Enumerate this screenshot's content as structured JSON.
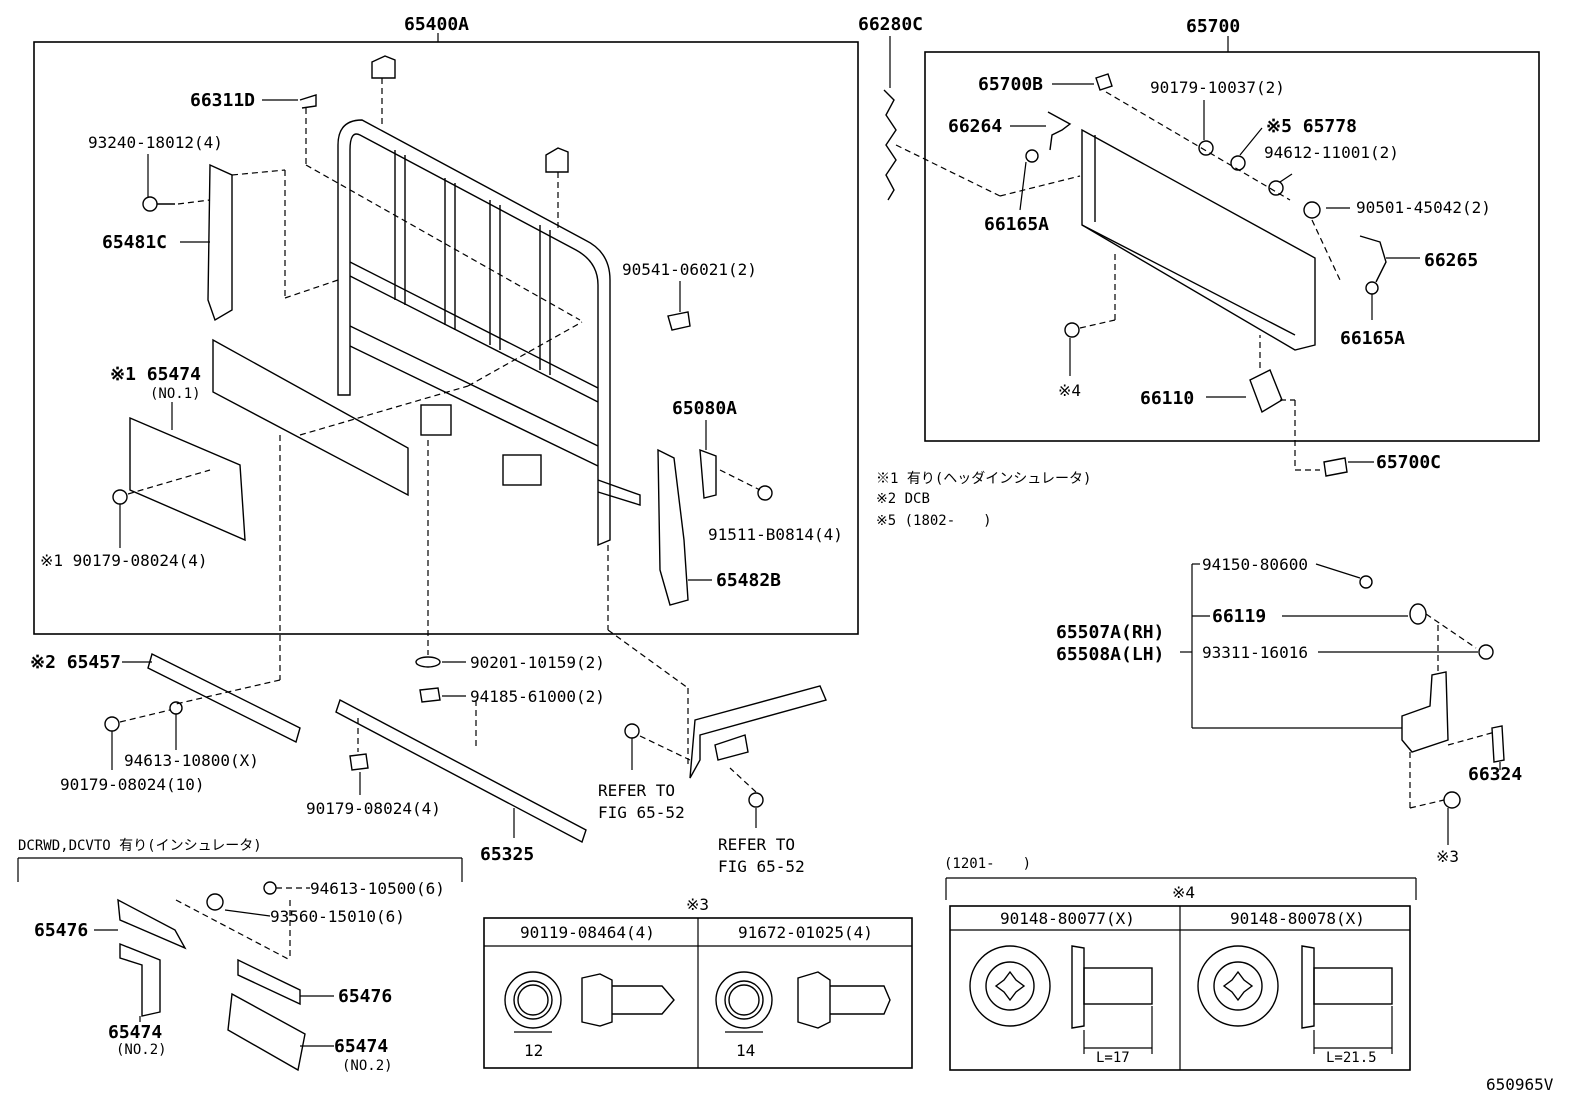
{
  "diagram": {
    "figure_code": "650965V",
    "groups": {
      "g65400A": "65400A",
      "g66280C": "66280C",
      "g65700": "65700"
    },
    "parts": {
      "p66311D": "66311D",
      "p93240": "93240-18012(4)",
      "p65481C": "65481C",
      "p65474_1": "※1 65474",
      "p65474_1_sub": "(NO.1)",
      "p90179_4a": "※1 90179-08024(4)",
      "p90541": "90541-06021(2)",
      "p65080A": "65080A",
      "p91511": "91511-B0814(4)",
      "p65482B": "65482B",
      "p65700B": "65700B",
      "p66264": "66264",
      "p66165A_a": "66165A",
      "p90179_10037": "90179-10037(2)",
      "p65778": "※5 65778",
      "p94612": "94612-11001(2)",
      "p90501": "90501-45042(2)",
      "p66265": "66265",
      "p66165A_b": "66165A",
      "p66110": "66110",
      "p65700C": "65700C",
      "note_x4": "※4",
      "p65457": "※2 65457",
      "p94613_108": "94613-10800(X)",
      "p90179_10": "90179-08024(10)",
      "p90201": "90201-10159(2)",
      "p94185": "94185-61000(2)",
      "p90179_4b": "90179-08024(4)",
      "p65325": "65325",
      "refer1": "REFER TO",
      "refer1b": "FIG 65-52",
      "refer2": "REFER TO",
      "refer2b": "FIG 65-52",
      "p94150": "94150-80600",
      "p66119": "66119",
      "p65507A": "65507A(RH)",
      "p65508A": "65508A(LH)",
      "p93311": "93311-16016",
      "p66324": "66324",
      "note_x3": "※3"
    },
    "notes": {
      "n1": "※1 有り(ヘッダインシュレータ)",
      "n2": "※2 DCB",
      "n5": "※5 (1802-　　)"
    },
    "insulator_box": {
      "title": "DCRWD,DCVTO 有り(インシュレータ)",
      "p65476_a": "65476",
      "p65474_a": "65474",
      "p65474_a_sub": "(NO.2)",
      "p94613_105": "94613-10500(6)",
      "p93560": "93560-15010(6)",
      "p65476_b": "65476",
      "p65474_b": "65474",
      "p65474_b_sub": "(NO.2)"
    },
    "table_x3": {
      "title": "※3",
      "col1": "90119-08464(4)",
      "col2": "91672-01025(4)",
      "dim1": "12",
      "dim2": "14"
    },
    "table_x4": {
      "range": "(1201-　　)",
      "title": "※4",
      "col1": "90148-80077(X)",
      "col2": "90148-80078(X)",
      "len1": "L=17",
      "len2": "L=21.5"
    }
  }
}
